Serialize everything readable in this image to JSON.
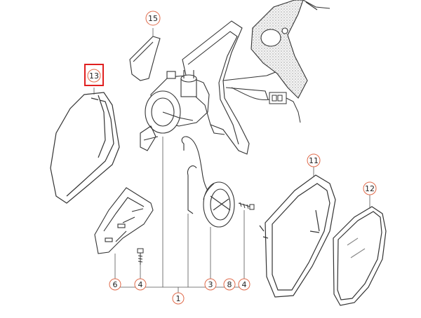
{
  "callouts": {
    "c15": "15",
    "c13": "13",
    "c11": "11",
    "c12": "12",
    "c6": "6",
    "c4a": "4",
    "c3": "3",
    "c8": "8",
    "c4b": "4",
    "c1": "1"
  },
  "highlight_color": "#e02020",
  "callout_color": "#e06a4a"
}
